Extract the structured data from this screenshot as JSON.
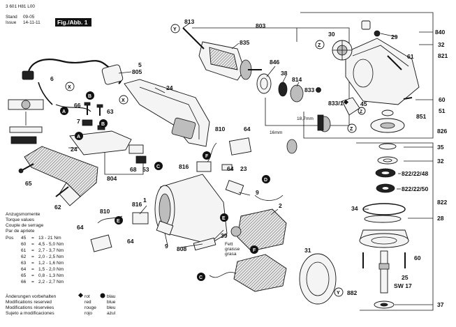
{
  "header": {
    "doc_number": "3 601 H81 L00",
    "stand_label": "Stand",
    "stand_value": "09-05",
    "issue_label": "Issue",
    "issue_value": "14-11-11",
    "fig_label": "Fig./Abb. 1"
  },
  "part_labels": [
    {
      "id": "p813",
      "text": "813"
    },
    {
      "id": "p803",
      "text": "803"
    },
    {
      "id": "p835",
      "text": "835"
    },
    {
      "id": "p846",
      "text": "846"
    },
    {
      "id": "p38",
      "text": "38"
    },
    {
      "id": "p814",
      "text": "814"
    },
    {
      "id": "p833",
      "text": "833"
    },
    {
      "id": "p833_1",
      "text": "833/1"
    },
    {
      "id": "p30",
      "text": "30"
    },
    {
      "id": "p29",
      "text": "29"
    },
    {
      "id": "p840",
      "text": "840"
    },
    {
      "id": "p32a",
      "text": "32"
    },
    {
      "id": "p821",
      "text": "821"
    },
    {
      "id": "p61",
      "text": "61"
    },
    {
      "id": "p60a",
      "text": "60"
    },
    {
      "id": "p51",
      "text": "51"
    },
    {
      "id": "p851",
      "text": "851"
    },
    {
      "id": "p826",
      "text": "826"
    },
    {
      "id": "p45",
      "text": "45"
    },
    {
      "id": "p5",
      "text": "5"
    },
    {
      "id": "p805",
      "text": "805"
    },
    {
      "id": "p6",
      "text": "6"
    },
    {
      "id": "p66",
      "text": "66"
    },
    {
      "id": "p63",
      "text": "63"
    },
    {
      "id": "p7",
      "text": "7"
    },
    {
      "id": "p24a",
      "text": "24"
    },
    {
      "id": "p24b",
      "text": "24"
    },
    {
      "id": "p810a",
      "text": "810"
    },
    {
      "id": "p64a",
      "text": "64"
    },
    {
      "id": "p816a",
      "text": "816"
    },
    {
      "id": "p64b",
      "text": "64"
    },
    {
      "id": "p23",
      "text": "23"
    },
    {
      "id": "p68",
      "text": "68"
    },
    {
      "id": "p53",
      "text": "53"
    },
    {
      "id": "p804",
      "text": "804"
    },
    {
      "id": "p65",
      "text": "65"
    },
    {
      "id": "p62",
      "text": "62"
    },
    {
      "id": "p1",
      "text": "1"
    },
    {
      "id": "p9a",
      "text": "9"
    },
    {
      "id": "p2",
      "text": "2"
    },
    {
      "id": "p816b",
      "text": "816"
    },
    {
      "id": "p810b",
      "text": "810"
    },
    {
      "id": "p64c",
      "text": "64"
    },
    {
      "id": "p64d",
      "text": "64"
    },
    {
      "id": "p9b",
      "text": "9"
    },
    {
      "id": "p808",
      "text": "808"
    },
    {
      "id": "p39",
      "text": "39"
    },
    {
      "id": "p31",
      "text": "31"
    },
    {
      "id": "p35",
      "text": "35"
    },
    {
      "id": "p32b",
      "text": "32"
    },
    {
      "id": "p822_48",
      "text": "822/22/48"
    },
    {
      "id": "p822_50",
      "text": "822/22/50"
    },
    {
      "id": "p822",
      "text": "822"
    },
    {
      "id": "p34",
      "text": "34"
    },
    {
      "id": "p28",
      "text": "28"
    },
    {
      "id": "p60b",
      "text": "60"
    },
    {
      "id": "p25",
      "text": "25"
    },
    {
      "id": "psw",
      "text": "SW 17"
    },
    {
      "id": "p882",
      "text": "882"
    },
    {
      "id": "p37",
      "text": "37"
    },
    {
      "id": "p16mm",
      "text": "16mm"
    },
    {
      "id": "p18mm",
      "text": "18,7mm"
    }
  ],
  "callouts": [
    {
      "id": "cY1",
      "text": "Y"
    },
    {
      "id": "cZ1",
      "text": "Z"
    },
    {
      "id": "cX1",
      "text": "X"
    },
    {
      "id": "cB1",
      "text": "B"
    },
    {
      "id": "cA1",
      "text": "A"
    },
    {
      "id": "cB2",
      "text": "B"
    },
    {
      "id": "cA2",
      "text": "A"
    },
    {
      "id": "cX2",
      "text": "X"
    },
    {
      "id": "cF1",
      "text": "F"
    },
    {
      "id": "cC1",
      "text": "C"
    },
    {
      "id": "cD1",
      "text": "D"
    },
    {
      "id": "cZ2",
      "text": "Z"
    },
    {
      "id": "cZ3",
      "text": "Z"
    },
    {
      "id": "cE1",
      "text": "E"
    },
    {
      "id": "cE2",
      "text": "E"
    },
    {
      "id": "cF2",
      "text": "F"
    },
    {
      "id": "cC2",
      "text": "C"
    },
    {
      "id": "cY2",
      "text": "Y"
    }
  ],
  "grease_note": {
    "lines": [
      "Fett",
      "graisse",
      "grasa"
    ]
  },
  "torque": {
    "title_lines": [
      "Anzugsmomente",
      "Torque values",
      "Couple de serrage",
      "Par de apriete"
    ],
    "header": "Pos",
    "rows": [
      {
        "pos": "45",
        "eq": "=",
        "range": "13 - 21 Nm"
      },
      {
        "pos": "60",
        "eq": "=",
        "range": "4,5 - 5,0 Nm"
      },
      {
        "pos": "61",
        "eq": "=",
        "range": "2,7 - 3,7 Nm"
      },
      {
        "pos": "62",
        "eq": "=",
        "range": "2,0 - 2,5 Nm"
      },
      {
        "pos": "63",
        "eq": "=",
        "range": "1,2 - 1,6 Nm"
      },
      {
        "pos": "64",
        "eq": "=",
        "range": "1,5 - 2,0 Nm"
      },
      {
        "pos": "65",
        "eq": "=",
        "range": "0,8 - 1,3 Nm"
      },
      {
        "pos": "66",
        "eq": "=",
        "range": "2,2 - 2,7 Nm"
      }
    ]
  },
  "footer": {
    "changes": [
      "Änderungen vorbehalten",
      "Modifications reserved",
      "Modifications réservées",
      "Sujeto a modificaciones"
    ],
    "legend_red": [
      "rot",
      "red",
      "rouge",
      "rojo"
    ],
    "legend_blue": [
      "blau",
      "blue",
      "bleu",
      "azul"
    ]
  }
}
